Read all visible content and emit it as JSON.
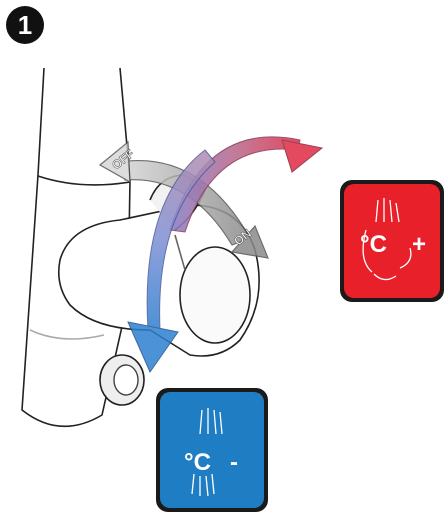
{
  "step": {
    "number": "1"
  },
  "lever": {
    "off_label": "OFF",
    "on_label": "ON"
  },
  "hot_tile": {
    "unit": "°C",
    "sign": "+",
    "color": "#e8202a",
    "icon": "hot-water-icon"
  },
  "cold_tile": {
    "unit": "°C",
    "sign": "-",
    "color": "#1f7ec3",
    "icon": "cold-water-icon"
  },
  "arrows": {
    "on_off_color": "#9a9a9a",
    "hot_color": "#b03a5a",
    "cold_color": "#4a7fd0"
  }
}
